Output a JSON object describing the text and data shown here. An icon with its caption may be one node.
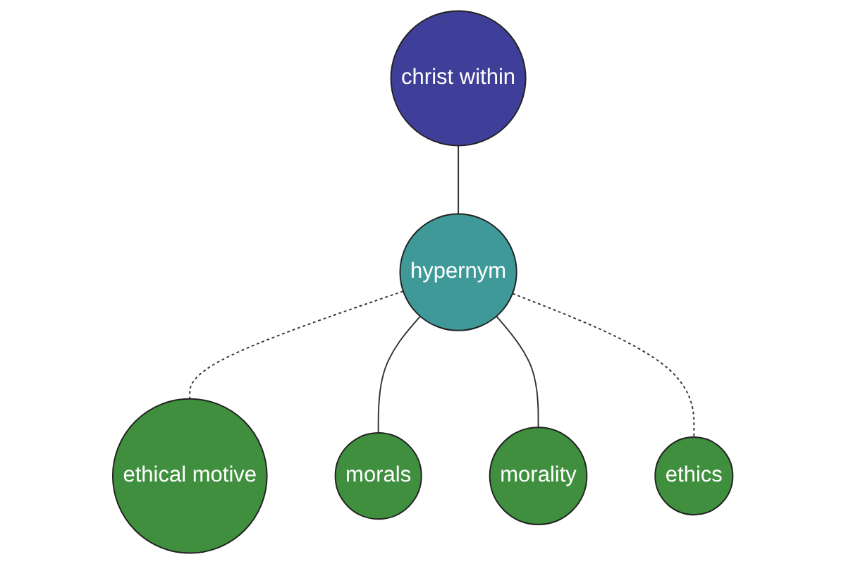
{
  "diagram": {
    "nodes": [
      {
        "text": [
          "christ within"
        ]
      },
      {
        "text": [
          "hypernym"
        ]
      },
      {
        "text": [
          "ethical motive"
        ]
      },
      {
        "text": [
          "morals"
        ]
      },
      {
        "text": [
          "morality"
        ]
      },
      {
        "text": [
          "ethics"
        ]
      }
    ],
    "edges": [
      {
        "from": 0,
        "to": 1,
        "arrow": "none"
      },
      {
        "from": 1,
        "to": 2,
        "arrow": "none",
        "style": "dashed"
      },
      {
        "from": 1,
        "to": 3,
        "arrow": "none"
      },
      {
        "from": 1,
        "to": 4,
        "arrow": "none"
      },
      {
        "from": 1,
        "to": 5,
        "arrow": "none",
        "style": "dashed"
      }
    ]
  }
}
